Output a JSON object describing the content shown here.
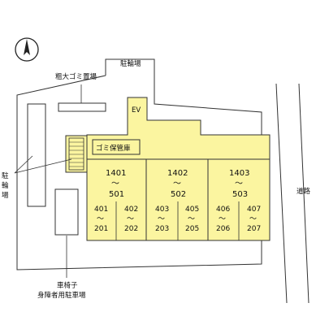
{
  "colors": {
    "building_fill": "#fbf5a0",
    "line": "#333333",
    "background": "#ffffff"
  },
  "icons": {
    "north_arrow": "north-arrow-icon",
    "stairs": "stairs-icon"
  },
  "labels": {
    "bulky_garbage_area": "粗大ゴミ置場",
    "bicycle_parking_top": "駐輪場",
    "bicycle_parking_left_1": "駐",
    "bicycle_parking_left_2": "輪",
    "bicycle_parking_left_3": "場",
    "elevator": "EV",
    "garbage_storage": "ゴミ保管庫",
    "road": "道路",
    "wheelchair_parking_line1": "車椅子",
    "wheelchair_parking_line2": "身障者用駐車場"
  },
  "units": {
    "tilde": "〜",
    "large": [
      {
        "top": "1401",
        "bottom": "501"
      },
      {
        "top": "1402",
        "bottom": "502"
      },
      {
        "top": "1403",
        "bottom": "503"
      }
    ],
    "small": [
      {
        "top": "401",
        "bottom": "201"
      },
      {
        "top": "402",
        "bottom": "202"
      },
      {
        "top": "403",
        "bottom": "203"
      },
      {
        "top": "405",
        "bottom": "205"
      },
      {
        "top": "406",
        "bottom": "206"
      },
      {
        "top": "407",
        "bottom": "207"
      }
    ]
  }
}
